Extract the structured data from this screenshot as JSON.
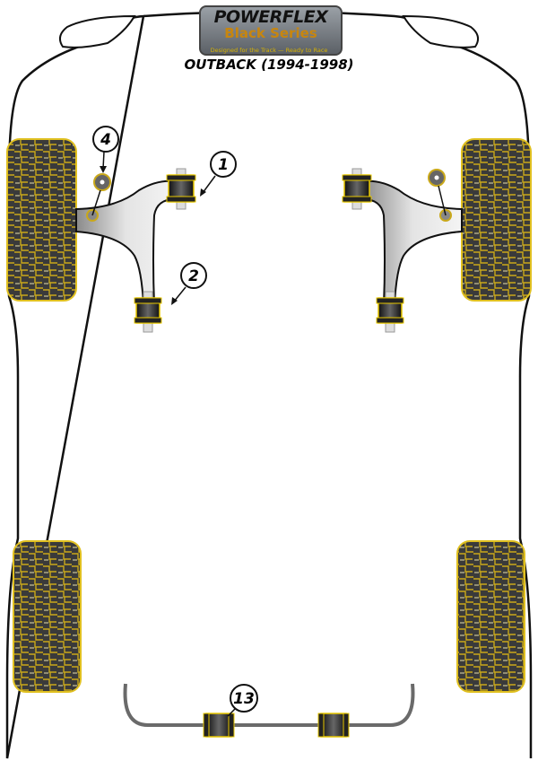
{
  "logo": {
    "brand": "POWERFLEX",
    "series": "Black Series"
  },
  "tagline": "Designed for the Track — Ready to Race",
  "title": "OUTBACK (1994-1998)",
  "callouts": [
    {
      "label": "1"
    },
    {
      "label": "2"
    },
    {
      "label": "4"
    },
    {
      "label": "13"
    }
  ],
  "colors": {
    "tire_outline": "#e0c020",
    "tire_fill": "#3a3a3a",
    "bush": "#222222",
    "bush_ring": "#e8c800",
    "arm": "#d8d8d8"
  }
}
